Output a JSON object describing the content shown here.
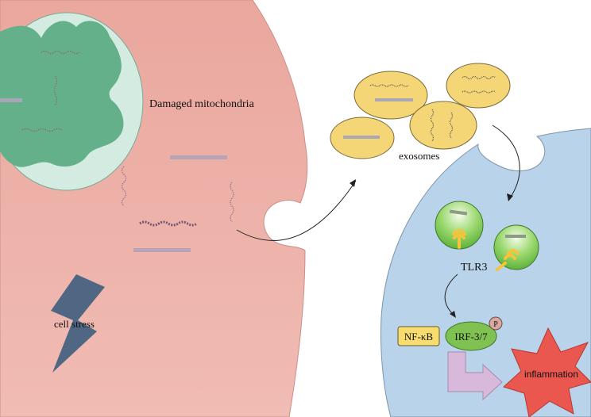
{
  "labels": {
    "damaged_mitochondria": "Damaged mitochondria",
    "exosomes": "exosomes",
    "cell_stress": "cell stress",
    "tlr3": "TLR3",
    "nfkb": "NF-κB",
    "irf": "IRF-3/7",
    "phospho": "P",
    "inflammation": "inflammation"
  },
  "colors": {
    "donor_cell": "#e8a9a0",
    "recipient_cell": "#b9d3ea",
    "mitochondrion_outer": "#d3ebe0",
    "mitochondrion_inner": "#5aae85",
    "exosome": "#f4d676",
    "endosome": "#7fcd55",
    "tlr3_receptor": "#f5c43a",
    "lightning": "#4f6782",
    "inflammation_star": "#e9574e",
    "signal_arrow": "#d8b9dc"
  }
}
